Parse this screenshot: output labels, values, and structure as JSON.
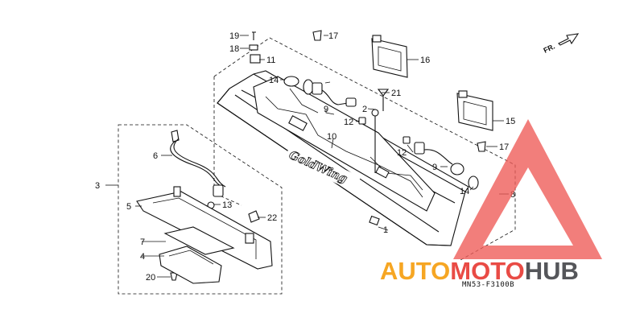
{
  "diagram": {
    "code": "MN53-F3100B",
    "direction_label": "FR.",
    "emblem_text": "GoldWing"
  },
  "watermark": {
    "part1": "AUTO",
    "part2": "MOTO",
    "part3": "HUB",
    "color_orange": "#f6a623",
    "color_red": "#e94b45",
    "color_dark": "#55565a",
    "color_triangle": "#ee5a56"
  },
  "callouts": [
    {
      "id": "c1",
      "text": "1"
    },
    {
      "id": "c2",
      "text": "2"
    },
    {
      "id": "c3",
      "text": "3"
    },
    {
      "id": "c4",
      "text": "4"
    },
    {
      "id": "c5",
      "text": "5"
    },
    {
      "id": "c6",
      "text": "6"
    },
    {
      "id": "c7",
      "text": "7"
    },
    {
      "id": "c8",
      "text": "8"
    },
    {
      "id": "c9a",
      "text": "9"
    },
    {
      "id": "c9b",
      "text": "9"
    },
    {
      "id": "c10",
      "text": "10"
    },
    {
      "id": "c11",
      "text": "11"
    },
    {
      "id": "c12a",
      "text": "12"
    },
    {
      "id": "c12b",
      "text": "12"
    },
    {
      "id": "c13",
      "text": "13"
    },
    {
      "id": "c14a",
      "text": "14"
    },
    {
      "id": "c14b",
      "text": "14"
    },
    {
      "id": "c15",
      "text": "15"
    },
    {
      "id": "c16",
      "text": "16"
    },
    {
      "id": "c17a",
      "text": "17"
    },
    {
      "id": "c17b",
      "text": "17"
    },
    {
      "id": "c18",
      "text": "18"
    },
    {
      "id": "c19",
      "text": "19"
    },
    {
      "id": "c20",
      "text": "20"
    },
    {
      "id": "c21",
      "text": "21"
    },
    {
      "id": "c22",
      "text": "22"
    }
  ]
}
